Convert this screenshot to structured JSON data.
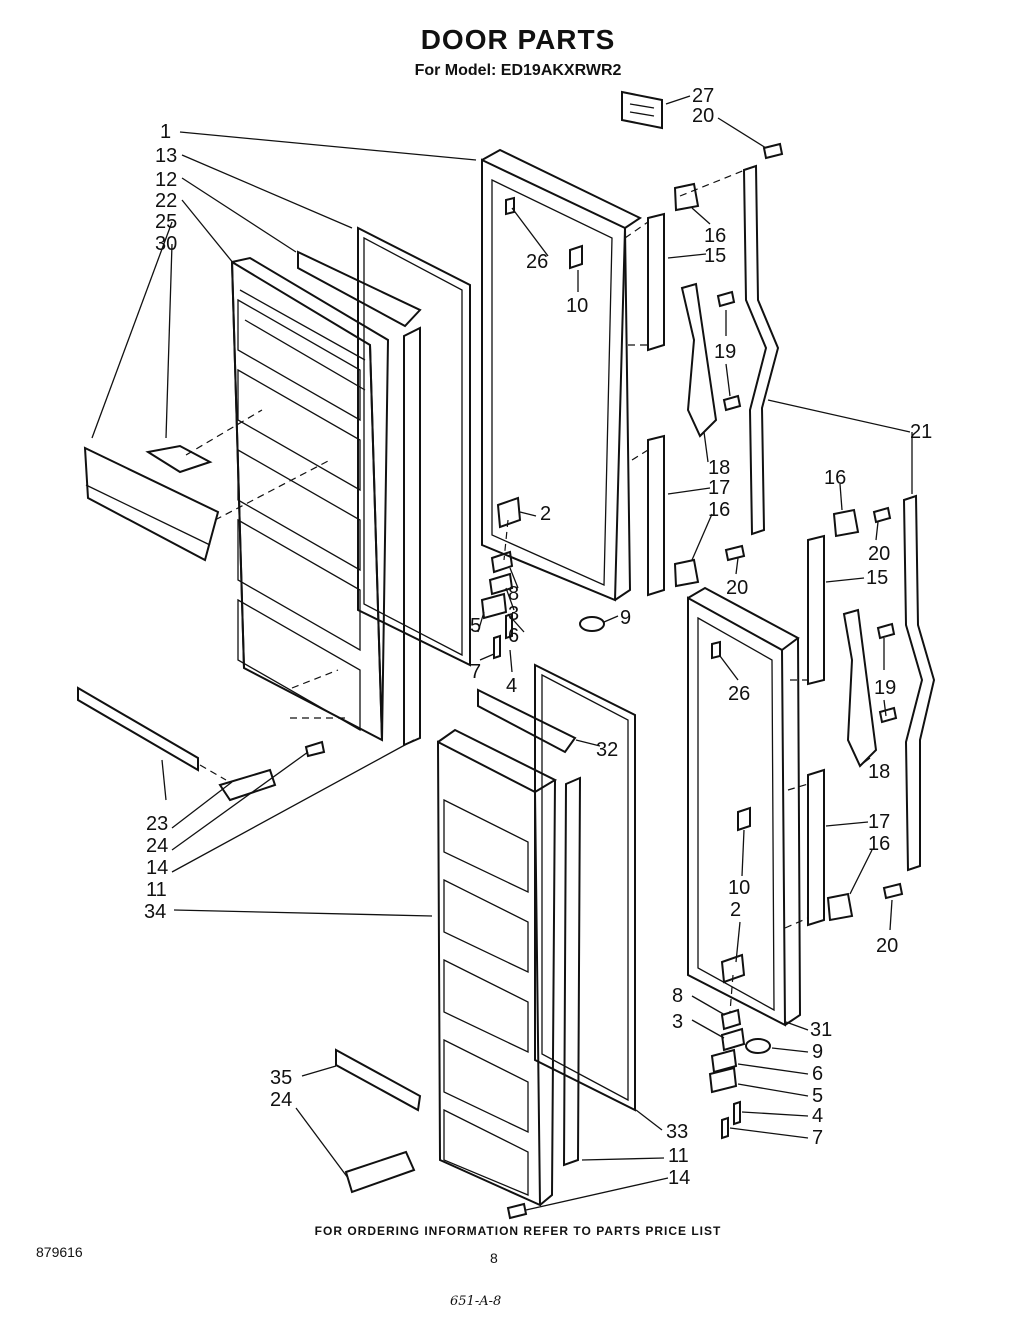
{
  "header": {
    "title": "DOOR PARTS",
    "model_line": "For Model: ED19AKXRWR2"
  },
  "footer": {
    "ordering_note": "FOR ORDERING INFORMATION REFER TO PARTS PRICE LIST",
    "document_number": "879616",
    "page_number": "8",
    "handwritten_code": "651-A-8"
  },
  "labels": {
    "l1": "1",
    "l13": "13",
    "l12": "12",
    "l22": "22",
    "l25": "25",
    "l30": "30",
    "l27": "27",
    "l20a": "20",
    "l26a": "26",
    "l10a": "10",
    "l16a": "16",
    "l15a": "15",
    "l19a": "19",
    "l21": "21",
    "l18a": "18",
    "l17a": "17",
    "l16b": "16",
    "l20b": "20",
    "l2a": "2",
    "l8a": "8",
    "l3a": "3",
    "l6a": "6",
    "l5a": "5",
    "l7a": "7",
    "l4a": "4",
    "l9a": "9",
    "l16c": "16",
    "l20c": "20",
    "l15b": "15",
    "l26b": "26",
    "l19b": "19",
    "l18b": "18",
    "l17b": "17",
    "l16d": "16",
    "l10b": "10",
    "l2b": "2",
    "l20d": "20",
    "l32": "32",
    "l23": "23",
    "l24a": "24",
    "l14a": "14",
    "l11a": "11",
    "l34": "34",
    "l8b": "8",
    "l3b": "3",
    "l31": "31",
    "l9b": "9",
    "l6b": "6",
    "l5b": "5",
    "l4b": "4",
    "l7b": "7",
    "l35": "35",
    "l24b": "24",
    "l33": "33",
    "l11b": "11",
    "l14b": "14"
  }
}
